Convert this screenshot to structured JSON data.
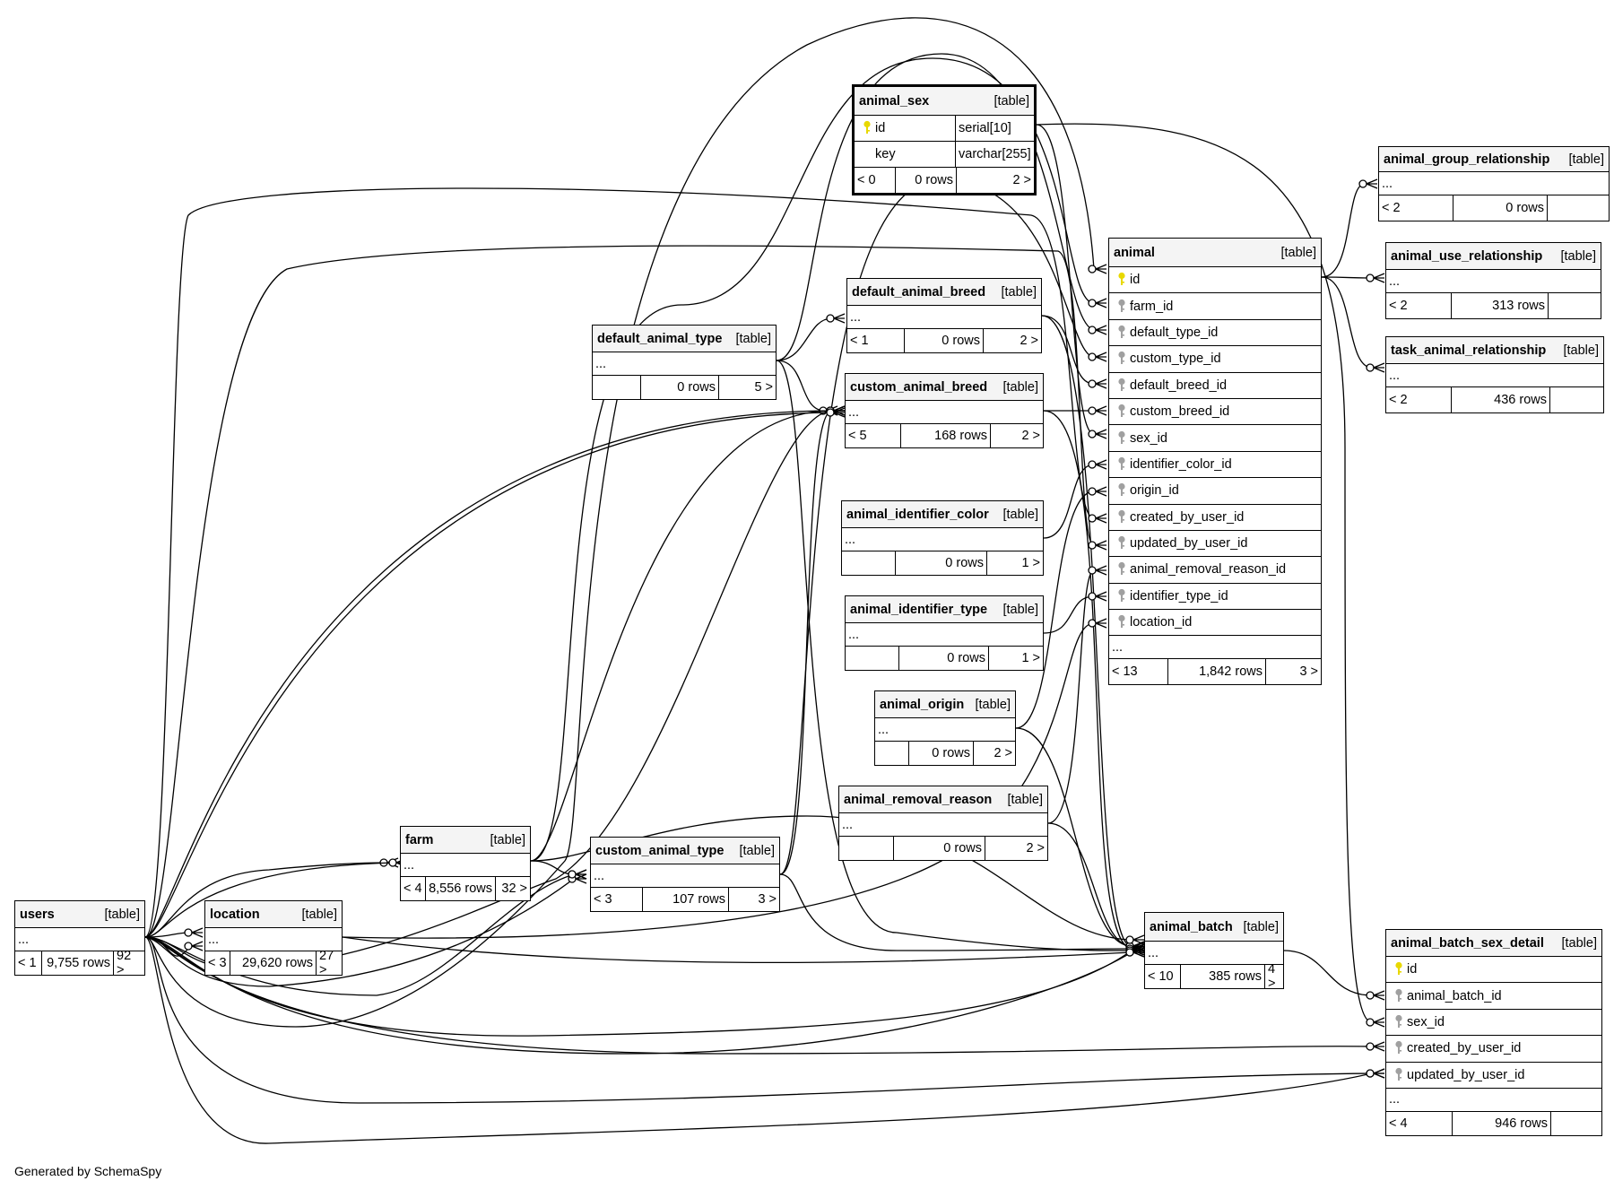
{
  "footer": "Generated by SchemaSpy",
  "colors": {
    "pk_key": "#e8d800",
    "fk_key": "#a0a0a0",
    "header_bg": "#f4f4f4"
  },
  "tables": [
    {
      "id": "animal_sex",
      "name": "animal_sex",
      "tag": "[table]",
      "focus": true,
      "columns": [
        {
          "name": "id",
          "type": "serial[10]",
          "key": "pk"
        },
        {
          "name": "key",
          "type": "varchar[255]",
          "key": ""
        }
      ],
      "ellipsis": false,
      "parents": "< 0",
      "rows": "0 rows",
      "children": "2 >"
    },
    {
      "id": "animal",
      "name": "animal",
      "tag": "[table]",
      "columns": [
        {
          "name": "id",
          "key": "pk"
        },
        {
          "name": "farm_id",
          "key": "fk"
        },
        {
          "name": "default_type_id",
          "key": "fk"
        },
        {
          "name": "custom_type_id",
          "key": "fk"
        },
        {
          "name": "default_breed_id",
          "key": "fk"
        },
        {
          "name": "custom_breed_id",
          "key": "fk"
        },
        {
          "name": "sex_id",
          "key": "fk"
        },
        {
          "name": "identifier_color_id",
          "key": "fk"
        },
        {
          "name": "origin_id",
          "key": "fk"
        },
        {
          "name": "created_by_user_id",
          "key": "fk"
        },
        {
          "name": "updated_by_user_id",
          "key": "fk"
        },
        {
          "name": "animal_removal_reason_id",
          "key": "fk"
        },
        {
          "name": "identifier_type_id",
          "key": "fk"
        },
        {
          "name": "location_id",
          "key": "fk"
        }
      ],
      "ellipsis": true,
      "parents": "< 13",
      "rows": "1,842 rows",
      "children": "3 >"
    },
    {
      "id": "animal_group_relationship",
      "name": "animal_group_relationship",
      "tag": "[table]",
      "columns": [],
      "ellipsis": true,
      "parents": "< 2",
      "rows": "0 rows",
      "children": ""
    },
    {
      "id": "animal_use_relationship",
      "name": "animal_use_relationship",
      "tag": "[table]",
      "columns": [],
      "ellipsis": true,
      "parents": "< 2",
      "rows": "313 rows",
      "children": ""
    },
    {
      "id": "task_animal_relationship",
      "name": "task_animal_relationship",
      "tag": "[table]",
      "columns": [],
      "ellipsis": true,
      "parents": "< 2",
      "rows": "436 rows",
      "children": ""
    },
    {
      "id": "default_animal_breed",
      "name": "default_animal_breed",
      "tag": "[table]",
      "columns": [],
      "ellipsis": true,
      "parents": "< 1",
      "rows": "0 rows",
      "children": "2 >"
    },
    {
      "id": "default_animal_type",
      "name": "default_animal_type",
      "tag": "[table]",
      "columns": [],
      "ellipsis": true,
      "parents": "",
      "rows": "0 rows",
      "children": "5 >"
    },
    {
      "id": "custom_animal_breed",
      "name": "custom_animal_breed",
      "tag": "[table]",
      "columns": [],
      "ellipsis": true,
      "parents": "< 5",
      "rows": "168 rows",
      "children": "2 >"
    },
    {
      "id": "animal_identifier_color",
      "name": "animal_identifier_color",
      "tag": "[table]",
      "columns": [],
      "ellipsis": true,
      "parents": "",
      "rows": "0 rows",
      "children": "1 >"
    },
    {
      "id": "animal_identifier_type",
      "name": "animal_identifier_type",
      "tag": "[table]",
      "columns": [],
      "ellipsis": true,
      "parents": "",
      "rows": "0 rows",
      "children": "1 >"
    },
    {
      "id": "animal_origin",
      "name": "animal_origin",
      "tag": "[table]",
      "columns": [],
      "ellipsis": true,
      "parents": "",
      "rows": "0 rows",
      "children": "2 >"
    },
    {
      "id": "animal_removal_reason",
      "name": "animal_removal_reason",
      "tag": "[table]",
      "columns": [],
      "ellipsis": true,
      "parents": "",
      "rows": "0 rows",
      "children": "2 >"
    },
    {
      "id": "farm",
      "name": "farm",
      "tag": "[table]",
      "columns": [],
      "ellipsis": true,
      "parents": "< 4",
      "rows": "8,556 rows",
      "children": "32 >"
    },
    {
      "id": "custom_animal_type",
      "name": "custom_animal_type",
      "tag": "[table]",
      "columns": [],
      "ellipsis": true,
      "parents": "< 3",
      "rows": "107 rows",
      "children": "3 >"
    },
    {
      "id": "users",
      "name": "users",
      "tag": "[table]",
      "columns": [],
      "ellipsis": true,
      "parents": "< 1",
      "rows": "9,755 rows",
      "children": "92 >"
    },
    {
      "id": "location",
      "name": "location",
      "tag": "[table]",
      "columns": [],
      "ellipsis": true,
      "parents": "< 3",
      "rows": "29,620 rows",
      "children": "27 >"
    },
    {
      "id": "animal_batch",
      "name": "animal_batch",
      "tag": "[table]",
      "columns": [],
      "ellipsis": true,
      "parents": "< 10",
      "rows": "385 rows",
      "children": "4 >"
    },
    {
      "id": "animal_batch_sex_detail",
      "name": "animal_batch_sex_detail",
      "tag": "[table]",
      "columns": [
        {
          "name": "id",
          "key": "pk"
        },
        {
          "name": "animal_batch_id",
          "key": "fk"
        },
        {
          "name": "sex_id",
          "key": "fk"
        },
        {
          "name": "created_by_user_id",
          "key": "fk"
        },
        {
          "name": "updated_by_user_id",
          "key": "fk"
        }
      ],
      "ellipsis": true,
      "parents": "< 4",
      "rows": "946 rows",
      "children": ""
    }
  ]
}
